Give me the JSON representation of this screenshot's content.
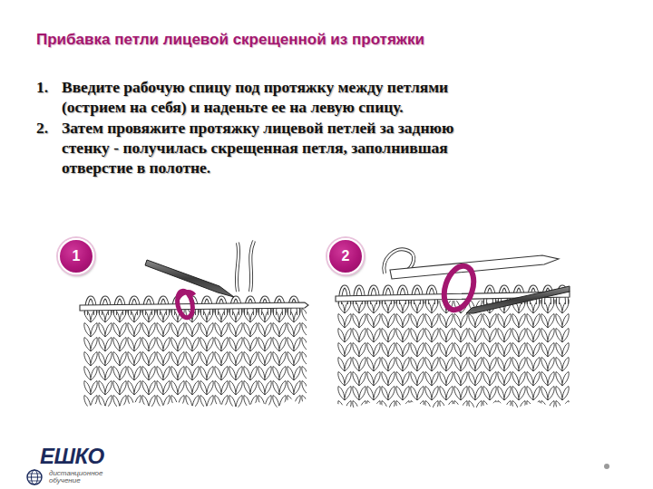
{
  "diagram": {
    "title": "Прибавка петли лицевой скрещенной из протяжки",
    "nodes": [
      {
        "text": [
          "1"
        ]
      },
      {
        "text": [
          "2"
        ]
      }
    ],
    "labels": [
      "1.",
      "Введите рабочую спицу под протяжку между петлями (острием на себя) и наденьте ее на левую спицу.",
      "2.",
      "Затем провяжите протяжку лицевой петлей за заднюю стенку - получилась скрещенная петля, заполнившая отверстие в полотне.",
      "ЕШКО",
      "дистанционное обучение"
    ]
  }
}
